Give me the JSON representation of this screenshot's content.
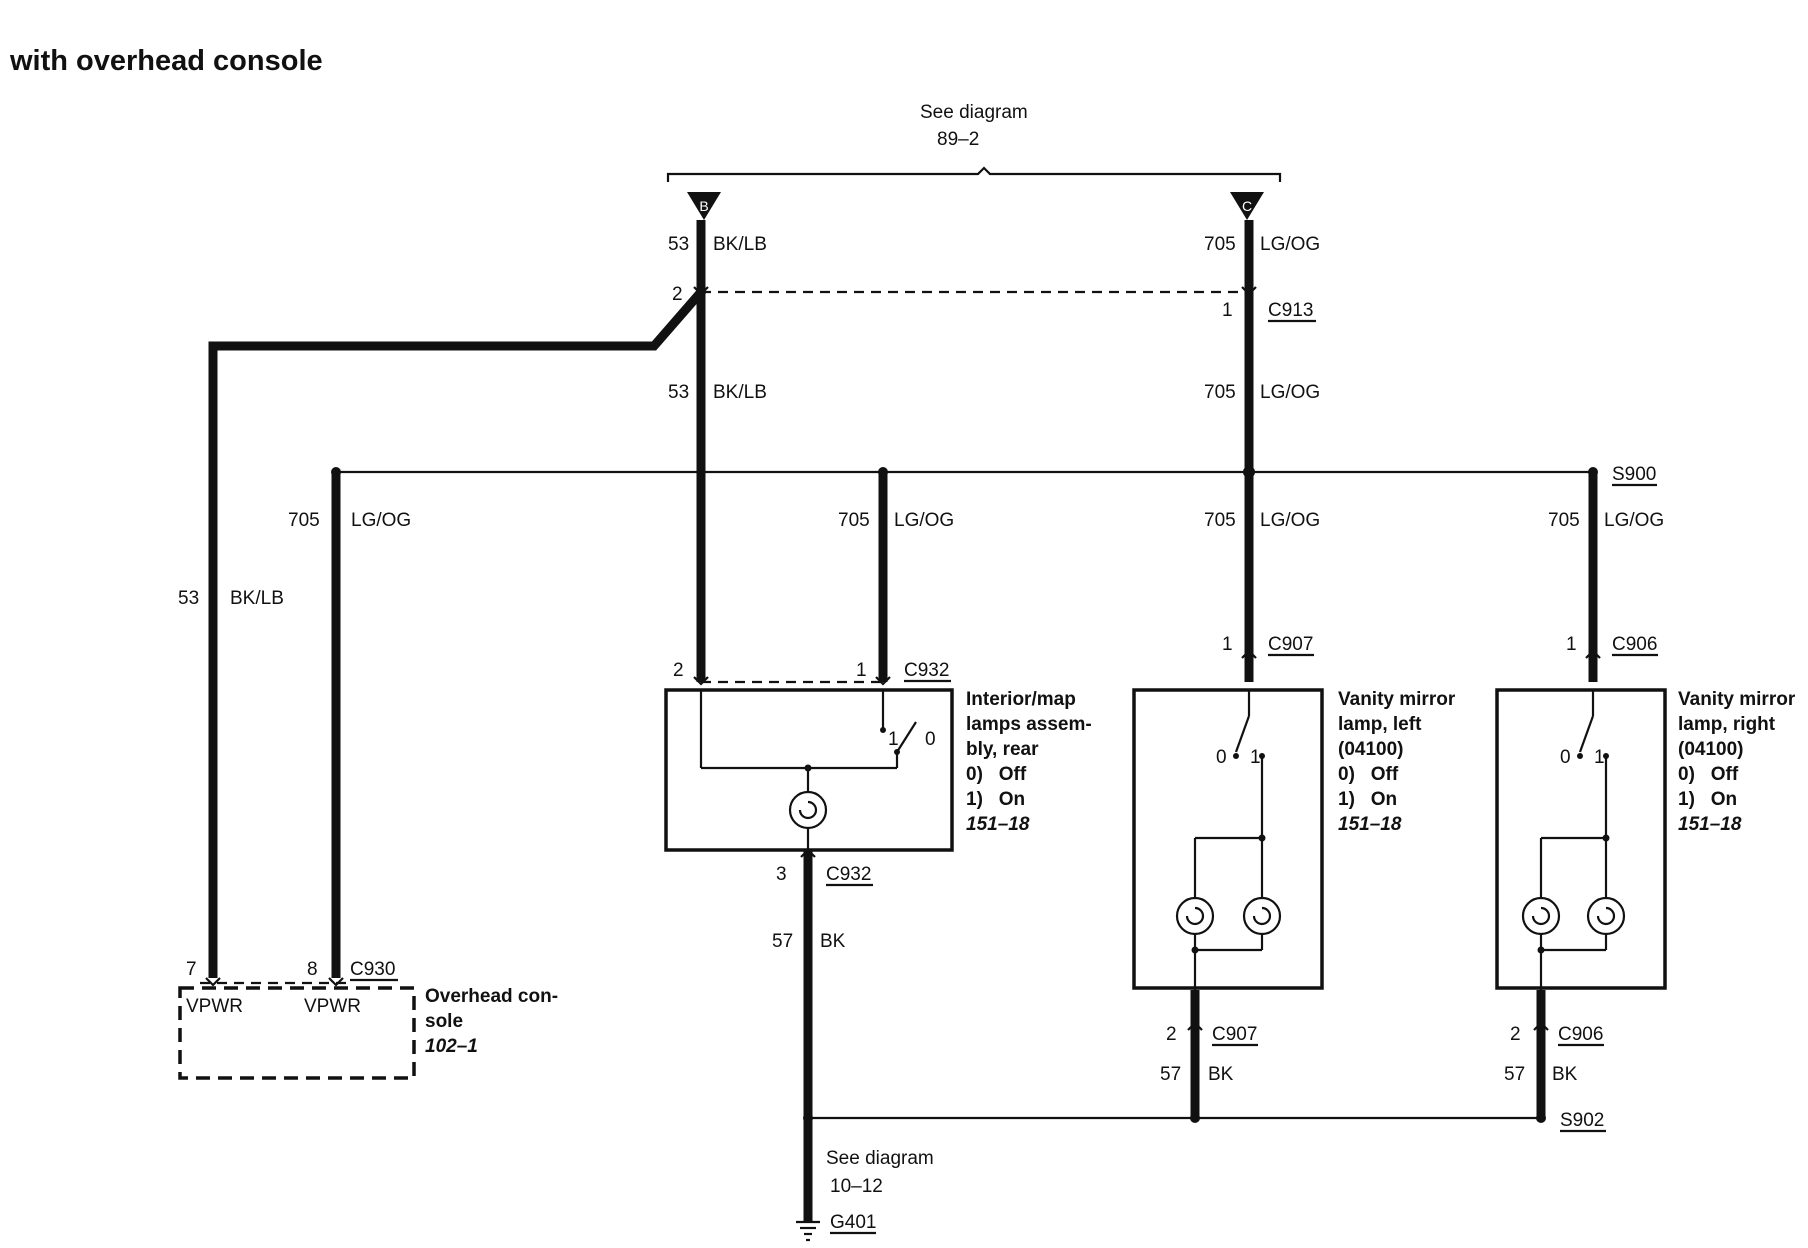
{
  "title": "with overhead console",
  "top_ref": {
    "line1": "See diagram",
    "line2": "89–2"
  },
  "connectors_top": {
    "b": "B",
    "c": "C"
  },
  "wires": {
    "bklb_circuit": "53",
    "bklb_color": "BK/LB",
    "lgog_circuit": "705",
    "lgog_color": "LG/OG",
    "bk_circuit": "57",
    "bk_color": "BK"
  },
  "pins": {
    "c913_pin": "1",
    "c913_name": "C913",
    "top_b_pin": "2",
    "s900": "S900",
    "c932_top_pin2": "2",
    "c932_top_pin1": "1",
    "c932_name": "C932",
    "c932_bottom_pin": "3",
    "c907_top_pin": "1",
    "c907_name": "C907",
    "c907_bottom_pin": "2",
    "c906_top_pin": "1",
    "c906_name": "C906",
    "c906_bottom_pin": "2",
    "c930_pin7": "7",
    "c930_pin8": "8",
    "c930_name": "C930",
    "s902": "S902",
    "g401": "G401"
  },
  "switch_labels": {
    "one": "1",
    "zero": "0"
  },
  "components": {
    "interior": {
      "line1": "Interior/map",
      "line2": "lamps assem-",
      "line3": "bly, rear",
      "state0": "0)   Off",
      "state1": "1)   On",
      "ref": "151–18"
    },
    "vanity_left": {
      "line1": "Vanity mirror",
      "line2": "lamp, left",
      "line3": "(04100)",
      "state0": "0)   Off",
      "state1": "1)   On",
      "ref": "151–18"
    },
    "vanity_right": {
      "line1": "Vanity mirror",
      "line2": "lamp, right",
      "line3": "(04100)",
      "state0": "0)   Off",
      "state1": "1)   On",
      "ref": "151–18"
    },
    "overhead": {
      "line1": "Overhead con-",
      "line2": "sole",
      "ref": "102–1",
      "vpwr_a": "VPWR",
      "vpwr_b": "VPWR"
    }
  },
  "ground_ref": {
    "line1": "See diagram",
    "line2": "10–12"
  }
}
